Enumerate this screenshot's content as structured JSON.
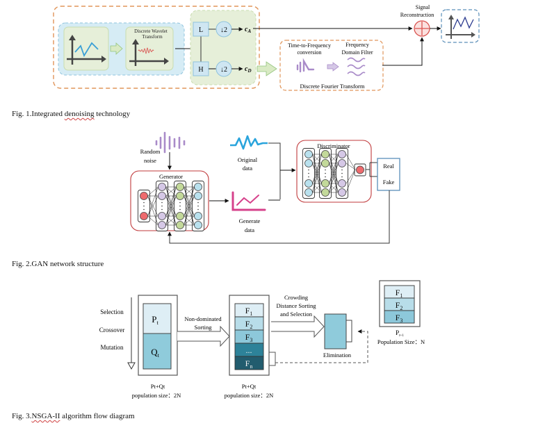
{
  "fig1": {
    "caption_prefix": "Fig.  1.Integrated ",
    "caption_squiggle": "denoising",
    "caption_suffix": " technology",
    "dwt_label_line1": "Discrete Wavelet",
    "dwt_label_line2": "Transform",
    "low_filter": "L",
    "high_filter": "H",
    "downsample_label": "↓2",
    "approx_coeff": "c",
    "approx_sub": "A",
    "detail_coeff": "c",
    "detail_sub": "D",
    "ttf_line1": "Time-to-Frequency",
    "ttf_line2": "conversion",
    "fdf_line1": "Frequency",
    "fdf_line2": "Domain Filter",
    "dft_label": "Discrete Fourier Transform",
    "recon_line1": "Signal",
    "recon_line2": "Reconstruction",
    "colors": {
      "outer_dash": "#e0955a",
      "blue_box": "#d6ecf5",
      "blue_dash": "#8fc3dd",
      "green_box": "#e6efd9",
      "filter_box": "#cfe6f2",
      "adder": "#d9534f",
      "signal_blue": "#3a9fd6",
      "noise_red": "#d9534f",
      "purple": "#a98bc9",
      "output_line": "#2b3a8f"
    }
  },
  "fig2": {
    "caption_prefix": "Fig.  2.GAN network structure",
    "random_noise_line1": "Random",
    "random_noise_line2": "noise",
    "generator_label": "Generator",
    "discriminator_label": "Discriminator",
    "original_data_line1": "Original",
    "original_data_line2": "data",
    "generate_data_line1": "Generate",
    "generate_data_line2": "data",
    "real_label": "Real",
    "fake_label": "Fake",
    "colors": {
      "box_border": "#c0393b",
      "red_node": "#ee6b6e",
      "purple_node": "#d5c8e6",
      "green_node": "#c3d99a",
      "blue_node": "#b9e1ee",
      "original_wave": "#2aa4dc",
      "generated_wave": "#d6418b",
      "noise_purple": "#a98bc9"
    }
  },
  "fig3": {
    "caption_prefix": "Fig.  3.",
    "caption_squiggle": "NSGA-II",
    "caption_suffix": " algorithm flow diagram",
    "operators": [
      "Selection",
      "Crossover",
      "Mutation"
    ],
    "pt_label": "P",
    "pt_sub": "t",
    "qt_label": "Q",
    "qt_sub": "t",
    "non_dominated_line1": "Non-dominated",
    "non_dominated_line2": "Sorting",
    "fronts": [
      {
        "label": "F",
        "sub": "1"
      },
      {
        "label": "F",
        "sub": "2"
      },
      {
        "label": "F",
        "sub": "3"
      },
      {
        "label": "...",
        "sub": ""
      },
      {
        "label": "F",
        "sub": "n"
      }
    ],
    "crowding_line1": "Crowding",
    "crowding_line2": "Distance Sorting",
    "crowding_line3": "and Selection",
    "elimination_label": "Elimination",
    "next_fronts": [
      {
        "label": "F",
        "sub": "1"
      },
      {
        "label": "F",
        "sub": "2"
      },
      {
        "label": "F",
        "sub": "3"
      }
    ],
    "combined_label_1": "Pt+Qt",
    "pop_size_1": "population size：2N",
    "combined_label_2": "Pt+Qt",
    "pop_size_2": "population size：2N",
    "next_label": "P",
    "next_sub": "t+1",
    "next_pop_size": "Population Size：N",
    "colors": {
      "f1": "#deeef5",
      "f2": "#b8dde9",
      "f3": "#8dc8da",
      "f4": "#2d8299",
      "f5": "#225c6e",
      "pt": "#deeef5",
      "qt": "#8fcbdb",
      "elim": "#8fcbdb"
    }
  }
}
